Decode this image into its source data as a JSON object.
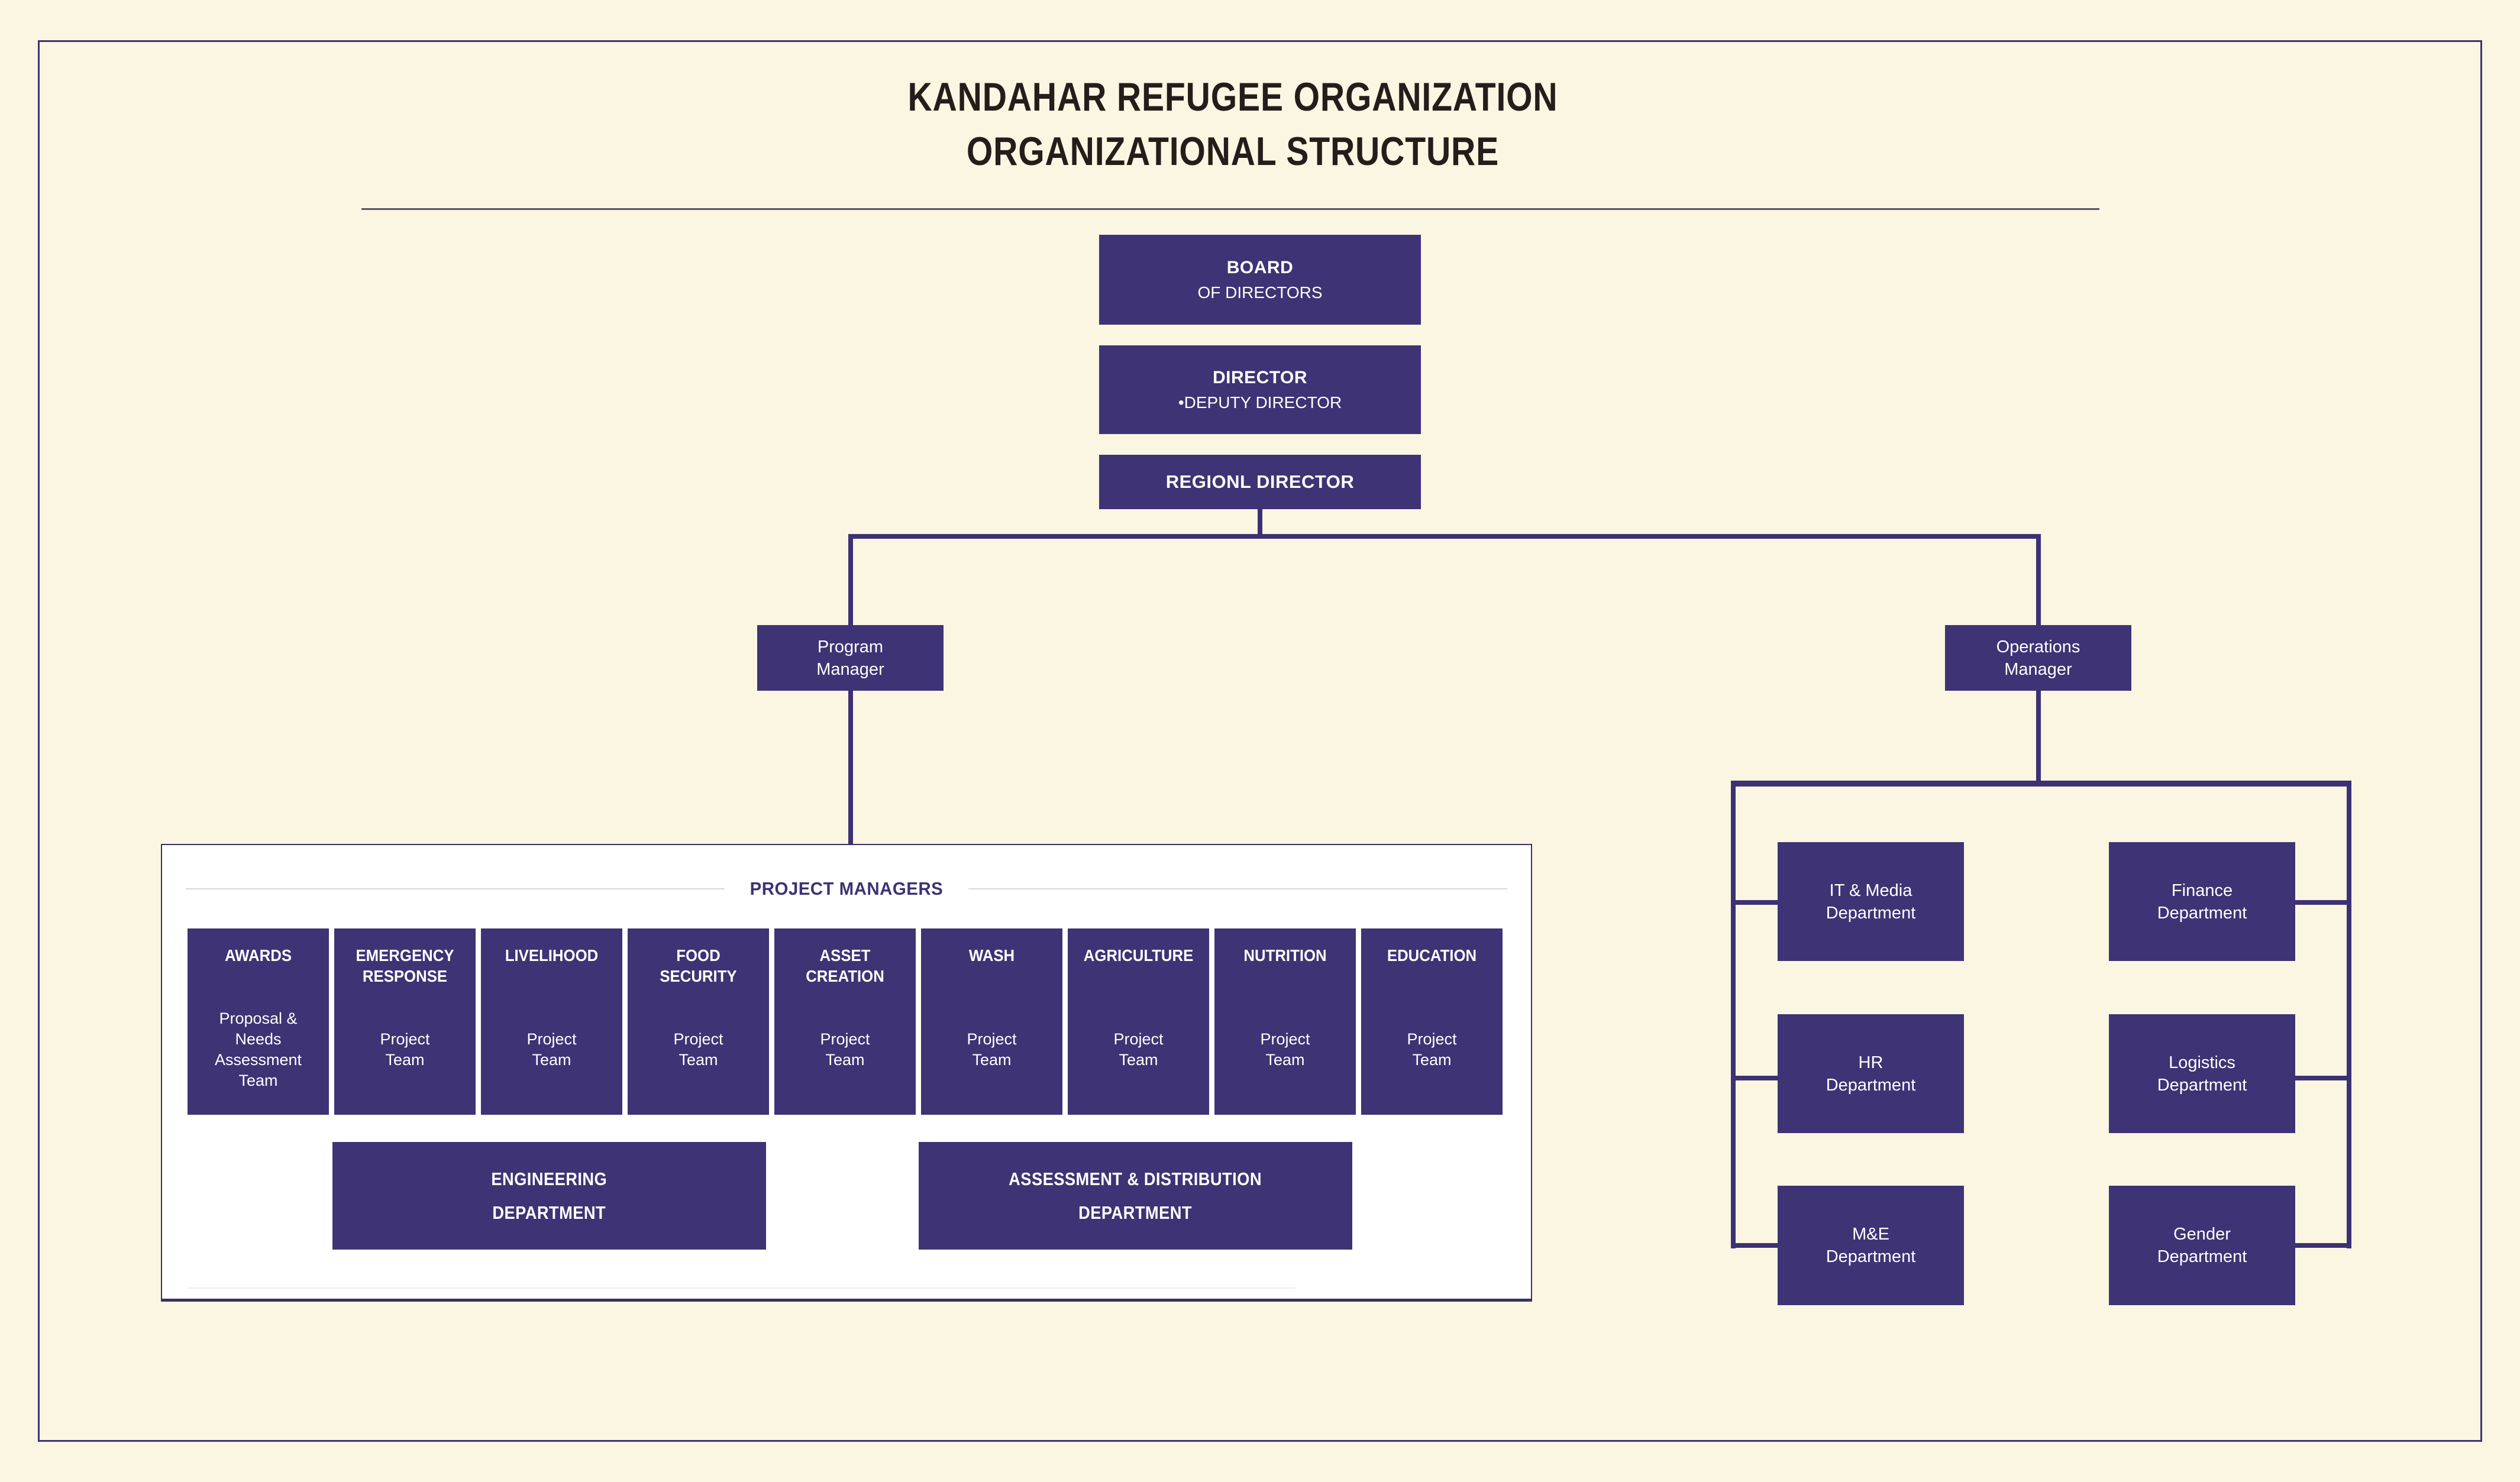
{
  "title": {
    "line1": "KANDAHAR REFUGEE ORGANIZATION",
    "line2": "ORGANIZATIONAL STRUCTURE"
  },
  "hierarchy": {
    "board": {
      "line1": "BOARD",
      "line2": "OF DIRECTORS"
    },
    "director": {
      "line1": "DIRECTOR",
      "line2": "•DEPUTY DIRECTOR"
    },
    "regional_director": {
      "label": "REGIONL DIRECTOR"
    },
    "program_manager": {
      "line1": "Program",
      "line2": "Manager"
    },
    "operations_manager": {
      "line1": "Operations",
      "line2": "Manager"
    }
  },
  "project_managers": {
    "heading": "PROJECT MANAGERS",
    "teams": [
      {
        "title": "AWARDS",
        "subtitle": "Proposal & Needs Assessment Team",
        "subtitle_lines": [
          "Proposal &",
          "Needs",
          "Assessment",
          "Team"
        ]
      },
      {
        "title": "EMERGENCY RESPONSE",
        "subtitle": "Project Team",
        "subtitle_lines": [
          "Project",
          "Team"
        ]
      },
      {
        "title": "LIVELIHOOD",
        "subtitle": "Project Team",
        "subtitle_lines": [
          "Project",
          "Team"
        ]
      },
      {
        "title": "FOOD SECURITY",
        "subtitle": "Project Team",
        "subtitle_lines": [
          "Project",
          "Team"
        ]
      },
      {
        "title": "ASSET CREATION",
        "subtitle": "Project Team",
        "subtitle_lines": [
          "Project",
          "Team"
        ]
      },
      {
        "title": "WASH",
        "subtitle": "Project Team",
        "subtitle_lines": [
          "Project",
          "Team"
        ]
      },
      {
        "title": "AGRICULTURE",
        "subtitle": "Project Team",
        "subtitle_lines": [
          "Project",
          "Team"
        ]
      },
      {
        "title": "NUTRITION",
        "subtitle": "Project Team",
        "subtitle_lines": [
          "Project",
          "Team"
        ]
      },
      {
        "title": "EDUCATION",
        "subtitle": "Project Team",
        "subtitle_lines": [
          "Project",
          "Team"
        ]
      }
    ],
    "departments": [
      {
        "line1": "ENGINEERING",
        "line2": "DEPARTMENT"
      },
      {
        "line1": "ASSESSMENT & DISTRIBUTION",
        "line2": "DEPARTMENT"
      }
    ]
  },
  "operations_departments": {
    "left_column": [
      {
        "line1": "IT & Media",
        "line2": "Department"
      },
      {
        "line1": "HR",
        "line2": "Department"
      },
      {
        "line1": "M&E",
        "line2": "Department"
      }
    ],
    "right_column": [
      {
        "line1": "Finance",
        "line2": "Department"
      },
      {
        "line1": "Logistics",
        "line2": "Department"
      },
      {
        "line1": "Gender",
        "line2": "Department"
      }
    ]
  },
  "colors": {
    "canvas_background": "#faf6e2",
    "node_fill": "#3e3374",
    "node_text": "#ffffff",
    "connector": "#3d3173",
    "heading_text": "#3d3274",
    "title_text": "#241d1b",
    "panel_background": "#ffffff",
    "frame_border": "#3e3374"
  }
}
